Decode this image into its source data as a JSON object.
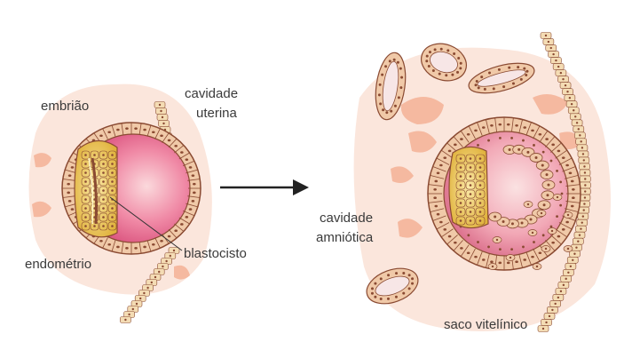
{
  "labels": {
    "embriao": "embrião",
    "cavidade_uterina_1": "cavidade",
    "cavidade_uterina_2": "uterina",
    "endometrio": "endométrio",
    "blastocisto": "blastocisto",
    "cavidade_amniotica_1": "cavidade",
    "cavidade_amniotica_2": "amniótica",
    "saco_vitelinico": "saco vitelínico"
  },
  "colors": {
    "blastocyst_fill": "#e9608a",
    "cell_wall": "#f0c9a8",
    "cell_outline": "#8a4a32",
    "embryo_yellow": "#e9c14a",
    "endometrium_wash": "#fbe6dc",
    "tissue_patch": "#f5b9a0",
    "arrow": "#222222"
  }
}
